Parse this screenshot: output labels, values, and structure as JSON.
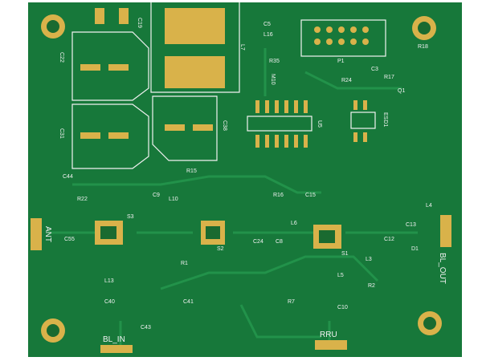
{
  "colors": {
    "board": "#17783a",
    "trace": "#1f8f46",
    "pad": "#d9b24a",
    "silk": "#f2f2f2",
    "background": "#ffffff"
  },
  "labels": {
    "c19": "C19",
    "c22": "C22",
    "c31": "C31",
    "c38": "C38",
    "l7": "L7",
    "l16": "L16",
    "c5": "C5",
    "r35": "R35",
    "m10": "M10",
    "p1": "P1",
    "r24": "R24",
    "r17": "R17",
    "c3": "C3",
    "r18": "R18",
    "q1": "Q1",
    "u5": "U5",
    "esd1": "ESD1",
    "r15": "R15",
    "c44": "C44",
    "r22": "R22",
    "ant": "ANT",
    "c55": "C55",
    "s3": "S3",
    "l10": "L10",
    "c9": "C9",
    "s2": "S2",
    "c24": "C24",
    "c8": "C8",
    "l6": "L6",
    "c15": "C15",
    "r16": "R16",
    "s1": "S1",
    "l3": "L3",
    "l4": "L4",
    "c13": "C13",
    "c12": "C12",
    "d1": "D1",
    "bl_out": "BL_OUT",
    "l13": "L13",
    "c40": "C40",
    "r1": "R1",
    "c41": "C41",
    "bl_in": "BL_IN",
    "c43": "C43",
    "r7": "R7",
    "r2": "R2",
    "l5": "L5",
    "c10": "C10",
    "rru": "RRU"
  }
}
